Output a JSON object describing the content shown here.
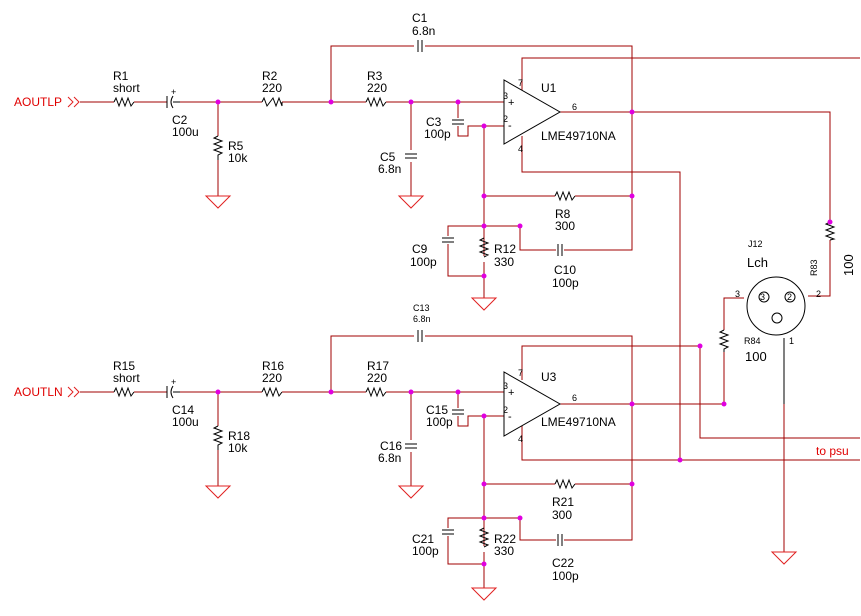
{
  "labels": {
    "input_p": "AOUTLP",
    "input_n": "AOUTLN",
    "to_psu": "to psu"
  },
  "top": {
    "R1": {
      "ref": "R1",
      "value": "short"
    },
    "C2": {
      "ref": "C2",
      "value": "100u"
    },
    "R2": {
      "ref": "R2",
      "value": "220"
    },
    "R5": {
      "ref": "R5",
      "value": "10k"
    },
    "R3": {
      "ref": "R3",
      "value": "220"
    },
    "C1": {
      "ref": "C1",
      "value": "6.8n"
    },
    "C3": {
      "ref": "C3",
      "value": "100p"
    },
    "C5": {
      "ref": "C5",
      "value": "6.8n"
    },
    "U1": {
      "ref": "U1",
      "part": "LME49710NA"
    },
    "R8": {
      "ref": "R8",
      "value": "300"
    },
    "C9": {
      "ref": "C9",
      "value": "100p"
    },
    "R12": {
      "ref": "R12",
      "value": "330"
    },
    "C10": {
      "ref": "C10",
      "value": "100p"
    }
  },
  "bottom": {
    "R15": {
      "ref": "R15",
      "value": "short"
    },
    "C14": {
      "ref": "C14",
      "value": "100u"
    },
    "R16": {
      "ref": "R16",
      "value": "220"
    },
    "R18": {
      "ref": "R18",
      "value": "10k"
    },
    "R17": {
      "ref": "R17",
      "value": "220"
    },
    "C13": {
      "ref": "C13",
      "value": "6.8n"
    },
    "C15": {
      "ref": "C15",
      "value": "100p"
    },
    "C16": {
      "ref": "C16",
      "value": "6.8n"
    },
    "U3": {
      "ref": "U3",
      "part": "LME49710NA"
    },
    "R21": {
      "ref": "R21",
      "value": "300"
    },
    "C21": {
      "ref": "C21",
      "value": "100p"
    },
    "R22": {
      "ref": "R22",
      "value": "330"
    },
    "C22": {
      "ref": "C22",
      "value": "100p"
    }
  },
  "output": {
    "R83": {
      "ref": "R83",
      "value": "100"
    },
    "R84": {
      "ref": "R84",
      "value": "100"
    },
    "J12": {
      "ref": "J12",
      "name": "Lch"
    }
  },
  "pins": {
    "plus": "+",
    "minus": "-",
    "p2": "2",
    "p3": "3",
    "p4": "4",
    "p6": "6",
    "p7": "7",
    "p1": "1"
  },
  "colors": {
    "wire": "#a00000",
    "junction": "#e000e0",
    "ground": "#e02020",
    "port_label": "#e00000"
  }
}
